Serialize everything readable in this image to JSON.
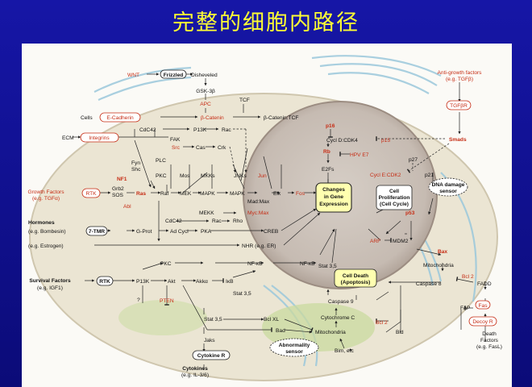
{
  "title": "完整的细胞内路径",
  "labels": {
    "wnt": "WNT",
    "frizzled": "Frizzled",
    "disheveled": "Disheveled",
    "gsk3b": "GSK-3β",
    "apc": "APC",
    "tcf": "TCF",
    "cells": "Cells",
    "ecadherin": "E-Cadherin",
    "bcatenin": "β-Catenin",
    "bcatenin_tcf": "β-Catenin:TCF",
    "antigrowth": "Anti-growth factors",
    "antigrowth_eg": "(e.g. TGFβ)",
    "tgfbr": "TGFβR",
    "smads": "Smads",
    "ecm": "ECM",
    "integrins": "Integrins",
    "cdc42a": "CdC42",
    "p13k_a": "P13K",
    "rac_a": "Rac",
    "fak": "FAK",
    "src": "Src",
    "cas": "Cas",
    "crk": "Crk",
    "p16": "p16",
    "cycld_cdk4": "Cycl D:CDK4",
    "p15": "p15",
    "rb": "Rb",
    "hpve7": "HPV E7",
    "e2fs": "E2Fs",
    "p27": "p27",
    "nf1": "NF1",
    "fyn": "Fyn",
    "shc": "Shc",
    "plc": "PLC",
    "pkc_a": "PKC",
    "mos": "Mos",
    "mkks": "MKKs",
    "jnks": "JNKs",
    "jun": "Jun",
    "growthfactors": "Growth Factors",
    "growthfactors_eg": "(e.g. TGFα)",
    "rtk_a": "RTK",
    "grb2": "Grb2",
    "sos": "SOS",
    "ras": "Ras",
    "raf": "Raf",
    "mek": "MEK",
    "mapk": "MAPK",
    "mapk2": "MAPK",
    "elk": "Elk",
    "fos": "Fos",
    "madmax": "Mad:Max",
    "mycmax": "Myc:Max",
    "mekk": "MEKK",
    "changes1": "Changes",
    "changes2": "in Gene",
    "changes3": "Expression",
    "cellprolif1": "Cell",
    "cellprolif2": "Proliferation",
    "cellprolif3": "(Cell Cycle)",
    "cycle_cdk2": "Cycl E:CDK2",
    "p21": "p21",
    "dnadamage1": "DNA damage",
    "dnadamage2": "sensor",
    "abl": "Abl",
    "cdc42b": "CdC42",
    "rac_b": "Rac",
    "rho": "Rho",
    "hormones": "Hormones",
    "hormones_eg": "(e.g. Bombesin)",
    "seventmr": "7-TMR",
    "gprot": "G-Prot",
    "adcycl": "Ad Cycl",
    "pka": "PKA",
    "creb": "CREB",
    "p53": "p53",
    "arf": "ARF",
    "mdm2": "MDM2",
    "estrogen": "(e.g. Estrogen)",
    "nhr": "NHR (e.g. ER)",
    "bax": "Bax",
    "pkc_b": "PKC",
    "nfkb_a": "NF-κB",
    "nfkb_b": "NF-κB",
    "mitochondria_a": "Mitochondria",
    "survival": "Survival Factors",
    "survival_eg": "(e.g. IGF1)",
    "rtk_b": "RTK",
    "p13k_b": "P13K",
    "akt": "Akt",
    "akka": "Akkα",
    "ikb": "IκB",
    "stat35_a": "Stat 3,5",
    "celldeath1": "Cell Death",
    "celldeath2": "(Apoptosis)",
    "bcl2_a": "Bcl 2",
    "caspase8": "Caspase 8",
    "fadd": "FADD",
    "q": "?",
    "pten": "PTEN",
    "stat35_b": "Stat 3,5",
    "caspase9": "Caspase 9",
    "cytc": "Cytochrome C",
    "bcl2_b": "Bcl 2",
    "fap": "FAP",
    "fas": "Fas",
    "stat35_c": "Stat 3,5",
    "bclxl": "Bcl XL",
    "bad": "Bad",
    "mitochondria_b": "Mitochondria",
    "bid": "Bid",
    "decoyr": "Decoy R",
    "jaks": "Jaks",
    "abnormality1": "Abnormality",
    "abnormality2": "sensor",
    "bimetc": "Bim, etc",
    "deathfactors1": "Death",
    "deathfactors2": "Factors",
    "deathfactors3": "(e.g. FasL)",
    "cytokiner": "Cytokine R",
    "cytokines": "Cytokines",
    "cytokines_eg": "(e.g. IL-3/6)"
  },
  "colors": {
    "background": "#1414a0",
    "title": "#ffff33",
    "panel": "#fbfaf6",
    "red_text": "#c62c14",
    "nucleus": "#c9bfb6",
    "nucleus_rim": "#a89a8f",
    "cell": "#e6e0cd",
    "er": "#9bc8dc",
    "mito": "#c6d89a"
  }
}
